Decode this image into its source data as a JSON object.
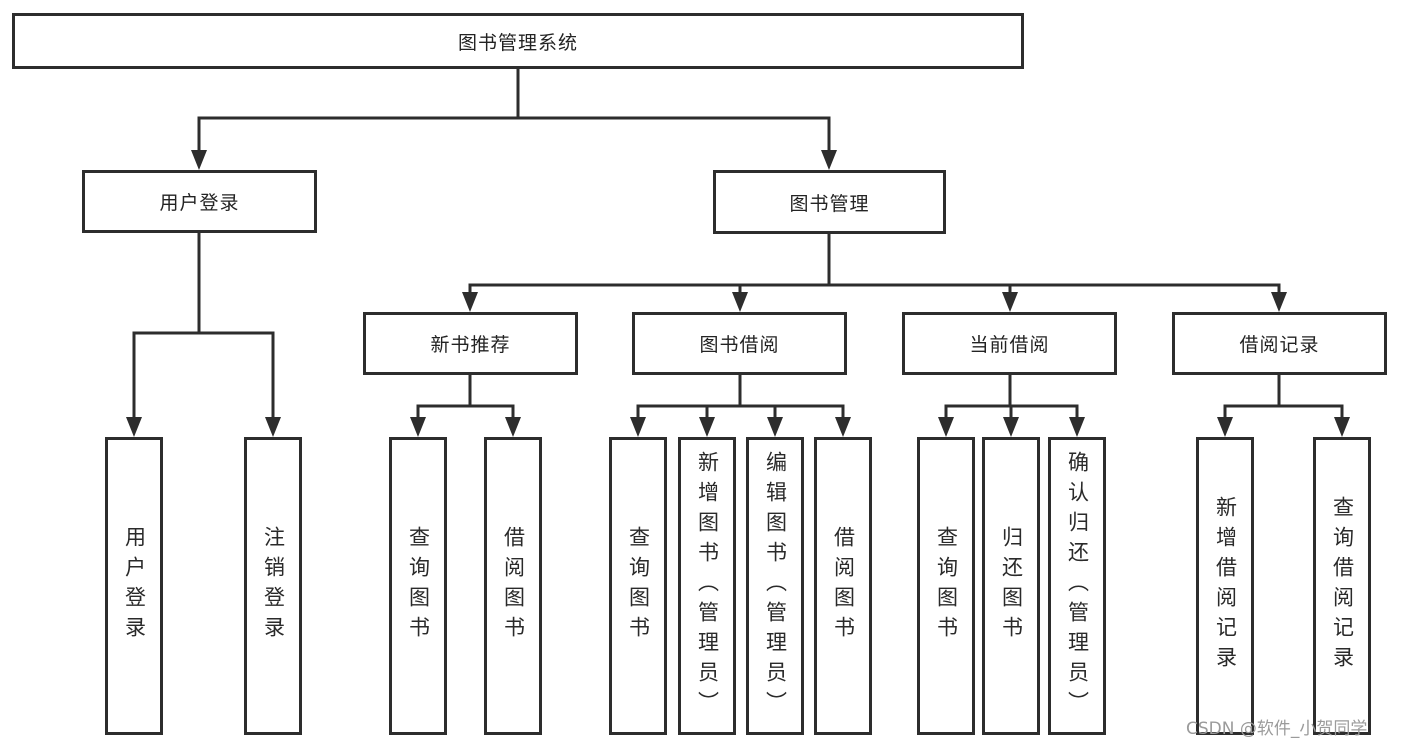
{
  "diagram_title": "图书管理系统",
  "watermark": "CSDN @软件_小贺同学",
  "colors": {
    "line": "#2d2d2d",
    "box_border": "#2d2d2d",
    "box_fill": "#ffffff",
    "text": "#232323",
    "watermark": "#9b9b9b",
    "background": "#ffffff"
  },
  "nodes": {
    "root": {
      "label": "图书管理系统"
    },
    "user_login_group": {
      "label": "用户登录"
    },
    "book_management": {
      "label": "图书管理"
    },
    "new_book_recommend": {
      "label": "新书推荐"
    },
    "book_borrow": {
      "label": "图书借阅"
    },
    "current_borrow": {
      "label": "当前借阅"
    },
    "borrow_records": {
      "label": "借阅记录"
    },
    "leaf_user_login": {
      "label": "用户登录"
    },
    "leaf_logout": {
      "label": "注销登录"
    },
    "leaf_query_book_recommend": {
      "label": "查询图书"
    },
    "leaf_borrow_book_recommend": {
      "label": "借阅图书"
    },
    "leaf_query_book_borrow": {
      "label": "查询图书"
    },
    "leaf_add_book_admin": {
      "label": "新增图书（管理员）"
    },
    "leaf_edit_book_admin": {
      "label": "编辑图书（管理员）"
    },
    "leaf_borrow_book_borrow": {
      "label": "借阅图书"
    },
    "leaf_query_book_current": {
      "label": "查询图书"
    },
    "leaf_return_book": {
      "label": "归还图书"
    },
    "leaf_confirm_return_admin": {
      "label": "确认归还（管理员）"
    },
    "leaf_add_borrow_record": {
      "label": "新增借阅记录"
    },
    "leaf_query_borrow_record": {
      "label": "查询借阅记录"
    }
  },
  "hierarchy": {
    "root": "图书管理系统",
    "children": [
      {
        "label": "用户登录",
        "children": [
          "用户登录",
          "注销登录"
        ]
      },
      {
        "label": "图书管理",
        "children": [
          {
            "label": "新书推荐",
            "children": [
              "查询图书",
              "借阅图书"
            ]
          },
          {
            "label": "图书借阅",
            "children": [
              "查询图书",
              "新增图书（管理员）",
              "编辑图书（管理员）",
              "借阅图书"
            ]
          },
          {
            "label": "当前借阅",
            "children": [
              "查询图书",
              "归还图书",
              "确认归还（管理员）"
            ]
          },
          {
            "label": "借阅记录",
            "children": [
              "新增借阅记录",
              "查询借阅记录"
            ]
          }
        ]
      }
    ]
  }
}
